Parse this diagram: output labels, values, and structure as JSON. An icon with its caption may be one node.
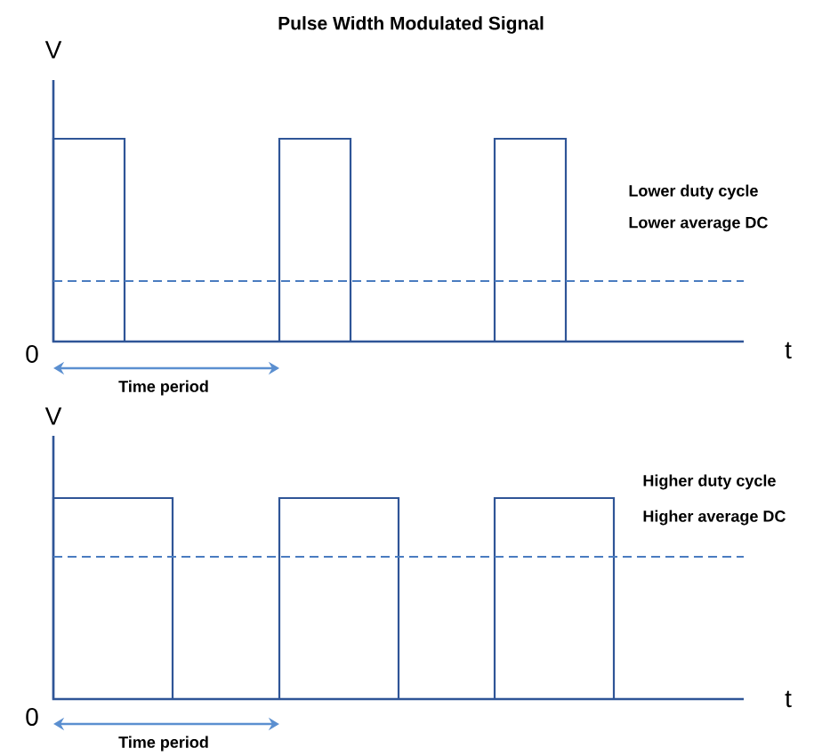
{
  "diagram": {
    "title": "Pulse Width Modulated Signal",
    "labels": [
      "V",
      "Lower duty cycle",
      "Lower average DC",
      "0",
      "t",
      "Time period",
      "V",
      "Higher duty cycle",
      "Higher average DC",
      "0",
      "t",
      "Time period"
    ]
  }
}
